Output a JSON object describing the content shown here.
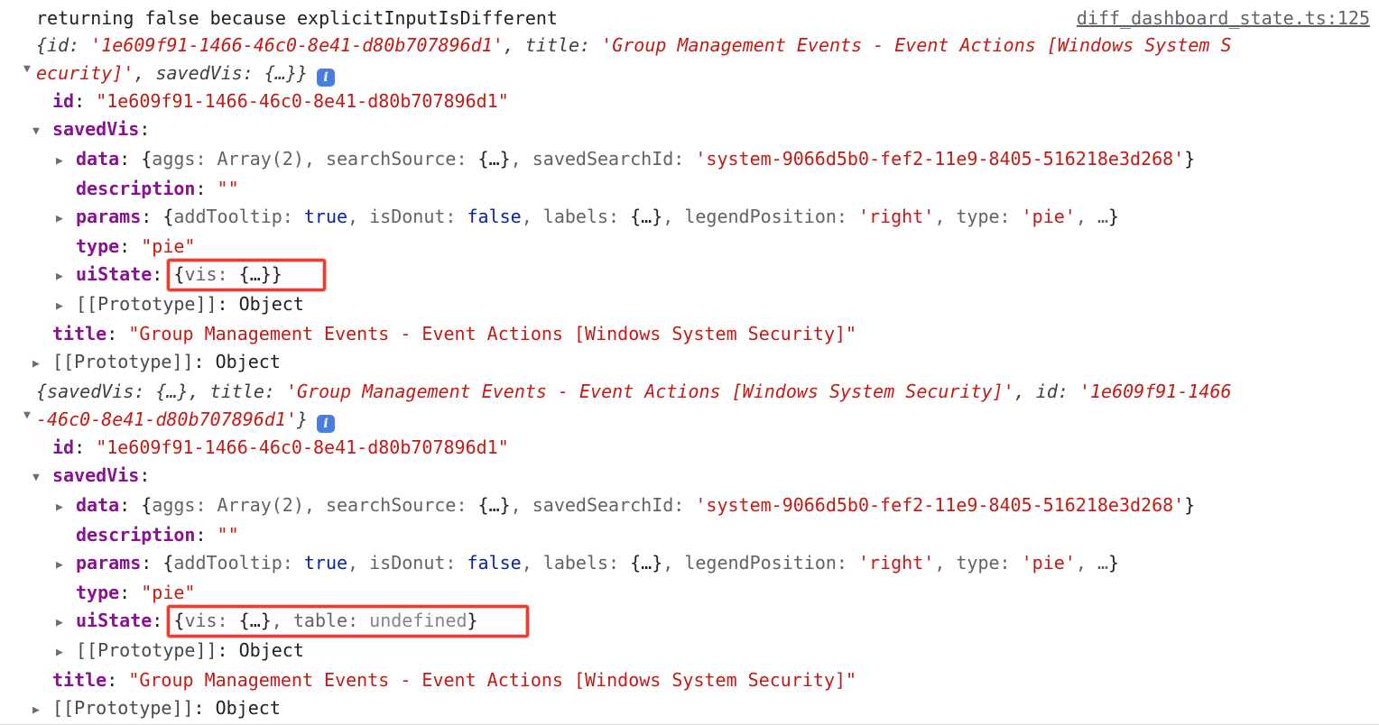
{
  "header": {
    "message": "returning false because explicitInputIsDifferent",
    "source_link": "diff_dashboard_state.ts:125"
  },
  "colors": {
    "property_name": "#881391",
    "string_value": "#c41a16",
    "boolean_value": "#0d22aa",
    "muted_preview": "#5f6368",
    "plain_text": "#202124",
    "undefined_value": "#80868b",
    "prototype_label": "#46494d",
    "link_gray": "#5f6368",
    "expander_gray": "#6e6e6e",
    "annotation_red": "#ef3b2d",
    "info_icon_blue": "#4a7de2",
    "divider": "#d9d9d9"
  },
  "icons": {
    "expander_open": "▼",
    "expander_closed": "▶",
    "info_glyph": "i"
  },
  "entries": [
    {
      "preview_lines": [
        [
          {
            "t": "{id: ",
            "s": "ikey"
          },
          {
            "t": "'1e609f91-1466-46c0-8e41-d80b707896d1'",
            "s": "istr"
          },
          {
            "t": ", title: ",
            "s": "ikey"
          },
          {
            "t": "'Group Management Events - Event Actions [Windows System S",
            "s": "istr"
          }
        ],
        [
          {
            "t": "ecurity]'",
            "s": "istr"
          },
          {
            "t": ", savedVis: ",
            "s": "ikey"
          },
          {
            "t": "{…}}",
            "s": "ikey"
          }
        ]
      ],
      "rows": [
        {
          "indent": 1,
          "arrow": null,
          "tokens": [
            {
              "t": "id",
              "s": "prop"
            },
            {
              "t": ": ",
              "s": "plain"
            },
            {
              "t": "\"1e609f91-1466-46c0-8e41-d80b707896d1\"",
              "s": "str"
            }
          ]
        },
        {
          "indent": 1,
          "arrow": "open",
          "tokens": [
            {
              "t": "savedVis",
              "s": "prop"
            },
            {
              "t": ":",
              "s": "plain"
            }
          ]
        },
        {
          "indent": 2,
          "arrow": "closed",
          "tokens": [
            {
              "t": "data",
              "s": "prop"
            },
            {
              "t": ": {",
              "s": "plain"
            },
            {
              "t": "aggs: Array(2), searchSource: ",
              "s": "mut"
            },
            {
              "t": "{…}",
              "s": "plain"
            },
            {
              "t": ", savedSearchId: ",
              "s": "mut"
            },
            {
              "t": "'system-9066d5b0-fef2-11e9-8405-516218e3d268'",
              "s": "str"
            },
            {
              "t": "}",
              "s": "plain"
            }
          ]
        },
        {
          "indent": 2,
          "arrow": null,
          "tokens": [
            {
              "t": "description",
              "s": "prop"
            },
            {
              "t": ": ",
              "s": "plain"
            },
            {
              "t": "\"\"",
              "s": "str"
            }
          ]
        },
        {
          "indent": 2,
          "arrow": "closed",
          "tokens": [
            {
              "t": "params",
              "s": "prop"
            },
            {
              "t": ": {",
              "s": "plain"
            },
            {
              "t": "addTooltip: ",
              "s": "mut"
            },
            {
              "t": "true",
              "s": "bool"
            },
            {
              "t": ", isDonut: ",
              "s": "mut"
            },
            {
              "t": "false",
              "s": "bool"
            },
            {
              "t": ", labels: ",
              "s": "mut"
            },
            {
              "t": "{…}",
              "s": "plain"
            },
            {
              "t": ", legendPosition: ",
              "s": "mut"
            },
            {
              "t": "'right'",
              "s": "str"
            },
            {
              "t": ", type: ",
              "s": "mut"
            },
            {
              "t": "'pie'",
              "s": "str"
            },
            {
              "t": ", …",
              "s": "mut"
            },
            {
              "t": "}",
              "s": "plain"
            }
          ]
        },
        {
          "indent": 2,
          "arrow": null,
          "tokens": [
            {
              "t": "type",
              "s": "prop"
            },
            {
              "t": ": ",
              "s": "plain"
            },
            {
              "t": "\"pie\"",
              "s": "str"
            }
          ]
        },
        {
          "indent": 2,
          "arrow": "closed",
          "box": "narrow",
          "box_from": 2,
          "tokens": [
            {
              "t": "uiState",
              "s": "prop"
            },
            {
              "t": ": ",
              "s": "plain"
            },
            {
              "t": "{",
              "s": "plain"
            },
            {
              "t": "vis: ",
              "s": "mut"
            },
            {
              "t": "{…}}",
              "s": "plain"
            }
          ]
        },
        {
          "indent": 2,
          "arrow": "closed",
          "tokens": [
            {
              "t": "[[Prototype]]",
              "s": "proto"
            },
            {
              "t": ": ",
              "s": "plain"
            },
            {
              "t": "Object",
              "s": "plain"
            }
          ]
        },
        {
          "indent": 1,
          "arrow": null,
          "tokens": [
            {
              "t": "title",
              "s": "prop"
            },
            {
              "t": ": ",
              "s": "plain"
            },
            {
              "t": "\"Group Management Events - Event Actions [Windows System Security]\"",
              "s": "str"
            }
          ]
        },
        {
          "indent": 1,
          "arrow": "closed",
          "tokens": [
            {
              "t": "[[Prototype]]",
              "s": "proto"
            },
            {
              "t": ": ",
              "s": "plain"
            },
            {
              "t": "Object",
              "s": "plain"
            }
          ]
        }
      ]
    },
    {
      "preview_lines": [
        [
          {
            "t": "{savedVis: ",
            "s": "ikey"
          },
          {
            "t": "{…}",
            "s": "ikey"
          },
          {
            "t": ", title: ",
            "s": "ikey"
          },
          {
            "t": "'Group Management Events - Event Actions [Windows System Security]'",
            "s": "istr"
          },
          {
            "t": ", id: ",
            "s": "ikey"
          },
          {
            "t": "'1e609f91-1466",
            "s": "istr"
          }
        ],
        [
          {
            "t": "-46c0-8e41-d80b707896d1'",
            "s": "istr"
          },
          {
            "t": "}",
            "s": "ikey"
          }
        ]
      ],
      "rows": [
        {
          "indent": 1,
          "arrow": null,
          "tokens": [
            {
              "t": "id",
              "s": "prop"
            },
            {
              "t": ": ",
              "s": "plain"
            },
            {
              "t": "\"1e609f91-1466-46c0-8e41-d80b707896d1\"",
              "s": "str"
            }
          ]
        },
        {
          "indent": 1,
          "arrow": "open",
          "tokens": [
            {
              "t": "savedVis",
              "s": "prop"
            },
            {
              "t": ":",
              "s": "plain"
            }
          ]
        },
        {
          "indent": 2,
          "arrow": "closed",
          "tokens": [
            {
              "t": "data",
              "s": "prop"
            },
            {
              "t": ": {",
              "s": "plain"
            },
            {
              "t": "aggs: Array(2), searchSource: ",
              "s": "mut"
            },
            {
              "t": "{…}",
              "s": "plain"
            },
            {
              "t": ", savedSearchId: ",
              "s": "mut"
            },
            {
              "t": "'system-9066d5b0-fef2-11e9-8405-516218e3d268'",
              "s": "str"
            },
            {
              "t": "}",
              "s": "plain"
            }
          ]
        },
        {
          "indent": 2,
          "arrow": null,
          "tokens": [
            {
              "t": "description",
              "s": "prop"
            },
            {
              "t": ": ",
              "s": "plain"
            },
            {
              "t": "\"\"",
              "s": "str"
            }
          ]
        },
        {
          "indent": 2,
          "arrow": "closed",
          "tokens": [
            {
              "t": "params",
              "s": "prop"
            },
            {
              "t": ": {",
              "s": "plain"
            },
            {
              "t": "addTooltip: ",
              "s": "mut"
            },
            {
              "t": "true",
              "s": "bool"
            },
            {
              "t": ", isDonut: ",
              "s": "mut"
            },
            {
              "t": "false",
              "s": "bool"
            },
            {
              "t": ", labels: ",
              "s": "mut"
            },
            {
              "t": "{…}",
              "s": "plain"
            },
            {
              "t": ", legendPosition: ",
              "s": "mut"
            },
            {
              "t": "'right'",
              "s": "str"
            },
            {
              "t": ", type: ",
              "s": "mut"
            },
            {
              "t": "'pie'",
              "s": "str"
            },
            {
              "t": ", …",
              "s": "mut"
            },
            {
              "t": "}",
              "s": "plain"
            }
          ]
        },
        {
          "indent": 2,
          "arrow": null,
          "tokens": [
            {
              "t": "type",
              "s": "prop"
            },
            {
              "t": ": ",
              "s": "plain"
            },
            {
              "t": "\"pie\"",
              "s": "str"
            }
          ]
        },
        {
          "indent": 2,
          "arrow": "closed",
          "box": "wide",
          "box_from": 2,
          "tokens": [
            {
              "t": "uiState",
              "s": "prop"
            },
            {
              "t": ": ",
              "s": "plain"
            },
            {
              "t": "{",
              "s": "plain"
            },
            {
              "t": "vis: ",
              "s": "mut"
            },
            {
              "t": "{…}",
              "s": "plain"
            },
            {
              "t": ", table: ",
              "s": "mut"
            },
            {
              "t": "undefined",
              "s": "und"
            },
            {
              "t": "}",
              "s": "plain"
            }
          ]
        },
        {
          "indent": 2,
          "arrow": "closed",
          "tokens": [
            {
              "t": "[[Prototype]]",
              "s": "proto"
            },
            {
              "t": ": ",
              "s": "plain"
            },
            {
              "t": "Object",
              "s": "plain"
            }
          ]
        },
        {
          "indent": 1,
          "arrow": null,
          "tokens": [
            {
              "t": "title",
              "s": "prop"
            },
            {
              "t": ": ",
              "s": "plain"
            },
            {
              "t": "\"Group Management Events - Event Actions [Windows System Security]\"",
              "s": "str"
            }
          ]
        },
        {
          "indent": 1,
          "arrow": "closed",
          "tokens": [
            {
              "t": "[[Prototype]]",
              "s": "proto"
            },
            {
              "t": ": ",
              "s": "plain"
            },
            {
              "t": "Object",
              "s": "plain"
            }
          ]
        }
      ]
    }
  ]
}
